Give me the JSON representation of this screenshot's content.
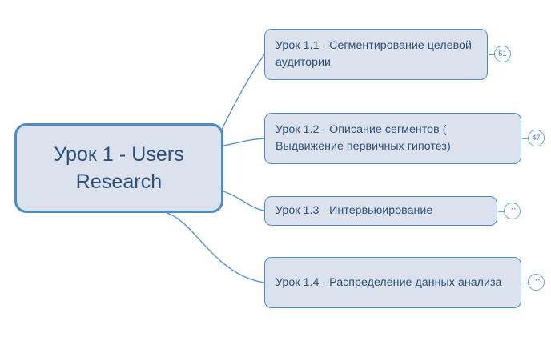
{
  "diagram": {
    "type": "mind-map",
    "background_color": "#ffffff",
    "node_fill_color": "#dbe2ee",
    "node_border_color": "#4d8ac9",
    "node_text_color": "#2e5077",
    "connector_color": "#5b93cf",
    "badge_border_color": "#6ba2d8",
    "badge_text_color": "#4a7fb5"
  },
  "root": {
    "label": "Урок 1 - Users Research"
  },
  "children": [
    {
      "label": "Урок 1.1 - Сегментирование целевой аудитории",
      "badge": "51"
    },
    {
      "label": "Урок 1.2 - Описание сегментов ( Выдвижение первичных гипотез)",
      "badge": "47"
    },
    {
      "label": "Урок 1.3 - Интервьюирование",
      "badge": "⋯"
    },
    {
      "label": "Урок 1.4 - Распределение данных анализа",
      "badge": "⋯"
    }
  ]
}
